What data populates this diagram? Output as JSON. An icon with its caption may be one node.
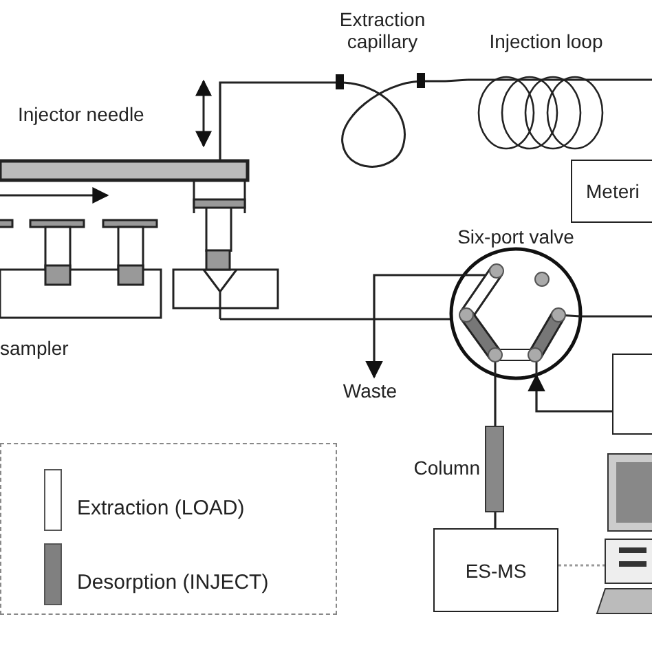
{
  "diagram": {
    "nodes": [
      {
        "text": [],
        "shape": "picture",
        "beside": [
          "sampler"
        ]
      },
      {
        "text": [
          "Extraction capillary"
        ]
      },
      {
        "text": [
          "Injection loop"
        ]
      },
      {
        "text": [
          "Meteri"
        ]
      },
      {
        "text": [
          "Six-port valve"
        ]
      },
      {
        "text": [
          "Waste"
        ]
      },
      {
        "text": [
          "Column"
        ]
      },
      {
        "text": [
          "ES-MS"
        ]
      },
      {
        "text": [],
        "shape": "box"
      },
      {
        "text": [],
        "shape": "picture"
      }
    ],
    "edges": [
      {
        "from": 0,
        "to": 1,
        "arrow": "none"
      },
      {
        "from": 1,
        "to": 2,
        "arrow": "none"
      },
      {
        "from": 2,
        "to": null,
        "arrow": "none"
      },
      {
        "from": 0,
        "to": 4,
        "arrow": "none"
      },
      {
        "from": 4,
        "to": 5,
        "arrow": "to"
      },
      {
        "from": 4,
        "to": null,
        "arrow": "none"
      },
      {
        "from": 8,
        "to": 4,
        "arrow": "to"
      },
      {
        "from": 4,
        "to": 6,
        "arrow": "none"
      },
      {
        "from": 6,
        "to": 7,
        "arrow": "none"
      },
      {
        "from": 7,
        "to": 9,
        "arrow": "none",
        "style": "dashed",
        "color": "#999999"
      }
    ],
    "labels": [
      "Injector needle"
    ],
    "legend": [
      {
        "text": "Extraction (LOAD)",
        "color": "#ffffff"
      },
      {
        "text": "Desorption (INJECT)",
        "color": "#808080"
      }
    ]
  }
}
